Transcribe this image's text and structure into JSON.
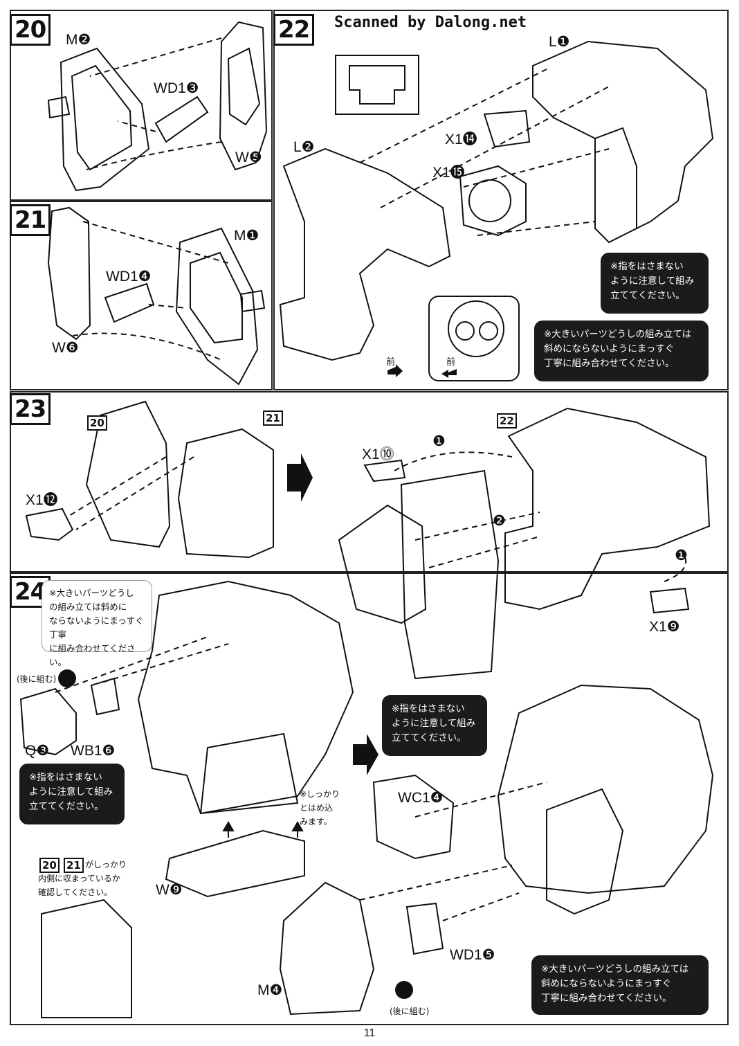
{
  "header": {
    "credit": "Scanned by Dalong.net"
  },
  "steps": {
    "s20": {
      "number": "20",
      "labels": {
        "m": "M❷",
        "wd": "WD1❸",
        "w": "W❺"
      }
    },
    "s21": {
      "number": "21",
      "labels": {
        "m": "M❶",
        "wd": "WD1❹",
        "w": "W❻"
      }
    },
    "s22": {
      "number": "22",
      "labels": {
        "l1": "L❶",
        "l2": "L❷",
        "x14": "X1⓮",
        "x15": "X1⓯"
      },
      "front1": "前",
      "front2": "前",
      "note1": "※指をはさまない\nように注意して組み\n立ててください。",
      "note2": "※大きいパーツどうしの組み立ては\n斜めにならないようにまっすぐ\n丁寧に組み合わせてください。"
    },
    "s23": {
      "number": "23",
      "ref20": "20",
      "ref21": "21",
      "ref22": "22",
      "labels": {
        "x12": "X1⓬",
        "x10": "X1⓾",
        "x9": "X1❾"
      },
      "order1": "❶",
      "order2": "❷",
      "order3": "❶"
    },
    "s24": {
      "number": "24",
      "note1": "※大きいパーツどうし\nの組み立ては斜めに\nならないようにまっすぐ丁寧\nに組み合わせてください。",
      "later1": "(後に組む)",
      "later2": "(後に組む)",
      "labels": {
        "q": "Q❸",
        "wb": "WB1❻",
        "w9": "W❾",
        "wc": "WC1❹",
        "wd15": "WD1❺",
        "m4": "M❹"
      },
      "note2": "※指をはさまない\nように注意して組み\n立ててください。",
      "note3": "※指をはさまない\nように注意して組み\n立ててください。",
      "note4": "※大きいパーツどうしの組み立ては\n斜めにならないようにまっすぐ\n丁寧に組み合わせてください。",
      "press": "※しっかり\nとはめ込\nみます。",
      "check_ref20": "20",
      "check_ref21": "21",
      "check": "がしっかり\n内側に収まっているか\n確認してください。"
    }
  },
  "page_number": "11"
}
